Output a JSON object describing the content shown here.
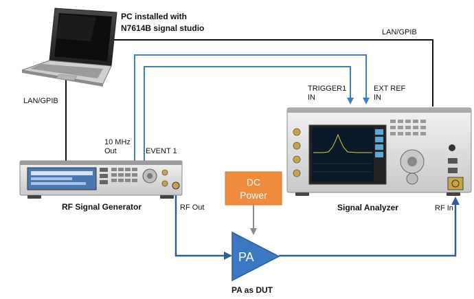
{
  "pc": {
    "caption_line1": "PC installed with",
    "caption_line2": "N7614B signal studio"
  },
  "connections": {
    "lan_gpib_left": "LAN/GPIB",
    "lan_gpib_right": "LAN/GPIB",
    "ten_mhz_line1": "10 MHz",
    "ten_mhz_line2": "Out",
    "event1": "EVENT  1",
    "trigger1_line1": "TRIGGER1",
    "trigger1_line2": "IN",
    "ext_ref_line1": "EXT  REF",
    "ext_ref_line2": "IN",
    "rf_out": "RF Out",
    "rf_in": "RF In"
  },
  "instruments": {
    "signal_generator": "RF  Signal Generator",
    "signal_analyzer": "Signal Analyzer",
    "dc_power_line1": "DC",
    "dc_power_line2": "Power",
    "pa_symbol": "PA",
    "pa_caption": "PA as DUT"
  },
  "colors": {
    "trigger_line": "#3f7fc4",
    "rf_line": "#2f5e96",
    "control_line": "#111111",
    "dc_box": "#f08a3c",
    "pa_triangle": "#3b78c2",
    "dc_arrow": "#8a8a8a"
  }
}
